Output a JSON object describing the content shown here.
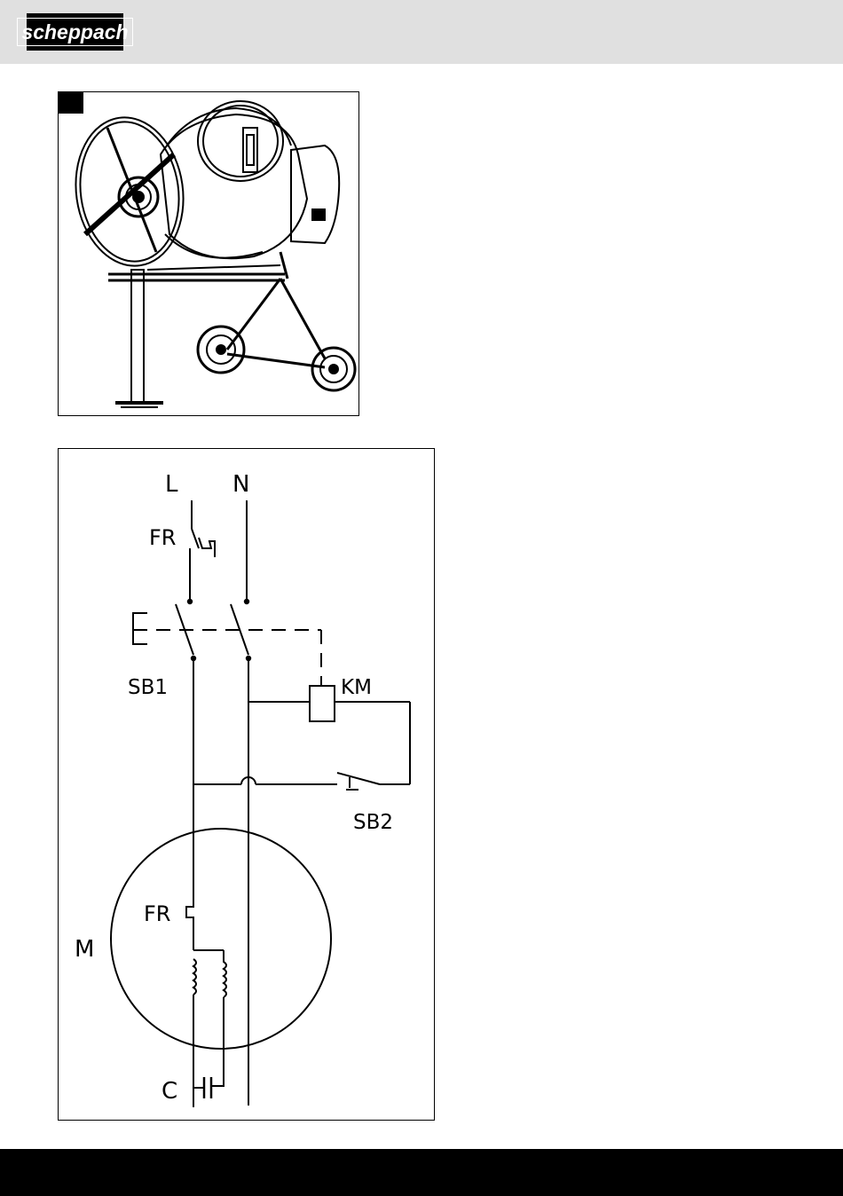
{
  "header": {
    "brand": "scheppach"
  },
  "figure1": {
    "label": ""
  },
  "wiring": {
    "labels": {
      "live": "L",
      "neutral": "N",
      "thermal_relay_top": "FR",
      "switch_sb1": "SB1",
      "contactor": "KM",
      "switch_sb2": "SB2",
      "motor": "M",
      "thermal_relay_motor": "FR",
      "capacitor": "C"
    }
  },
  "colors": {
    "header_bg": "#e0e0e0",
    "footer_bg": "#000000",
    "line": "#000000"
  }
}
